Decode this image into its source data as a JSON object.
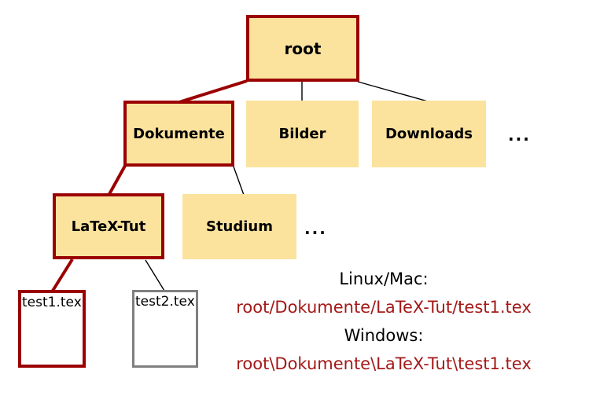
{
  "colors": {
    "background": "#FFFFFF",
    "node_fill": "#FBE39E",
    "highlight": "#9B0000",
    "edge": "#000000",
    "file_plain_border": "#7F7F7F",
    "path_text": "#A41919",
    "text": "#000000"
  },
  "nodes": {
    "root": {
      "label": "root",
      "highlighted": true
    },
    "dokumente": {
      "label": "Dokumente",
      "highlighted": true
    },
    "bilder": {
      "label": "Bilder",
      "highlighted": false
    },
    "downloads": {
      "label": "Downloads",
      "highlighted": false
    },
    "level1_ellipsis": {
      "label": "..."
    },
    "latex_tut": {
      "label": "LaTeX-Tut",
      "highlighted": true
    },
    "studium": {
      "label": "Studium",
      "highlighted": false
    },
    "level2_ellipsis": {
      "label": "..."
    },
    "test1": {
      "label": "test1.tex",
      "highlighted": true
    },
    "test2": {
      "label": "test2.tex",
      "highlighted": false
    }
  },
  "tree_structure": {
    "root": [
      "Dokumente",
      "Bilder",
      "Downloads",
      "..."
    ],
    "Dokumente": [
      "LaTeX-Tut",
      "Studium",
      "..."
    ],
    "LaTeX-Tut": [
      "test1.tex",
      "test2.tex"
    ]
  },
  "annotation": {
    "linux_label": "Linux/Mac:",
    "linux_path": "root/Dokumente/LaTeX-Tut/test1.tex",
    "windows_label": "Windows:",
    "windows_path": "root\\Dokumente\\LaTeX-Tut\\test1.tex"
  }
}
